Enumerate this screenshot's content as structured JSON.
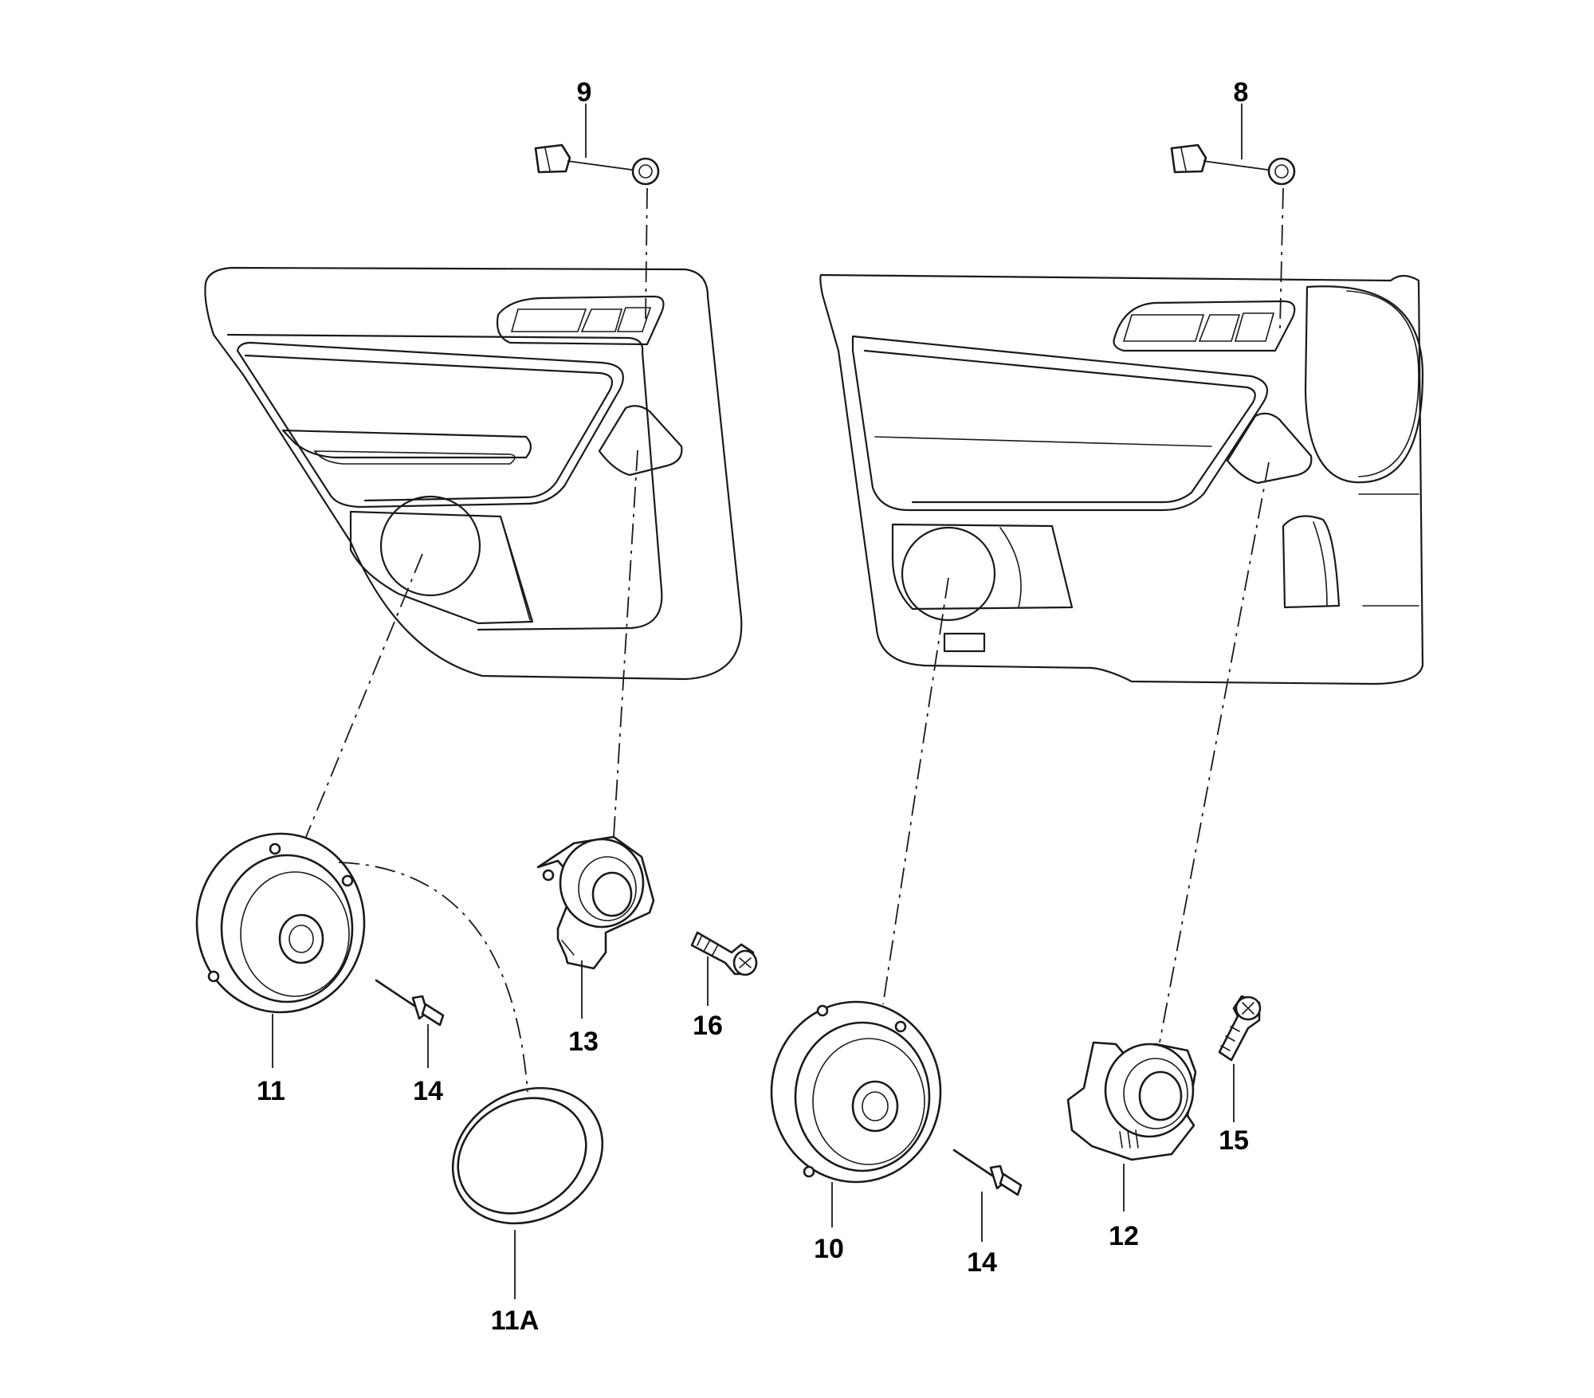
{
  "callouts": {
    "c8": "8",
    "c9": "9",
    "c10": "10",
    "c11": "11",
    "c11a": "11A",
    "c12": "12",
    "c13": "13",
    "c14a": "14",
    "c14b": "14",
    "c15": "15",
    "c16": "16"
  },
  "colors": {
    "line": "#1a1a1a",
    "background": "#ffffff"
  }
}
